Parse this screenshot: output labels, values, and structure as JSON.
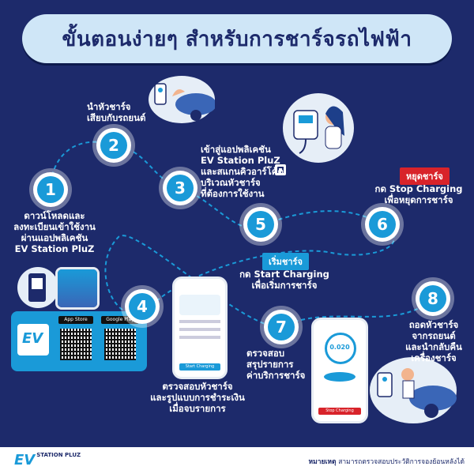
{
  "title": "ขั้นตอนง่ายๆ สำหรับการชาร์จรถไฟฟ้า",
  "colors": {
    "background": "#1d2a6b",
    "accent": "#1a9ad8",
    "red": "#d8232a",
    "title_pill": "#cfe6f7"
  },
  "steps": [
    {
      "num": "1",
      "caption": "ดาวน์โหลดและ\nลงทะเบียนเข้าใช้งาน\nผ่านแอปพลิเคชัน\nEV Station PluZ"
    },
    {
      "num": "2",
      "caption": "นำหัวชาร์จ\nเสียบกับรถยนต์"
    },
    {
      "num": "3",
      "caption": "เข้าสู่แอปพลิเคชัน\nEV Station PluZ\nและสแกนคิวอาร์โค้ด\nบริเวณหัวชาร์จ\nที่ต้องการใช้งาน"
    },
    {
      "num": "4",
      "caption": "ตรวจสอบหัวชาร์จ\nและรูปแบบการชำระเงิน\nเมื่อจบรายการ"
    },
    {
      "num": "5",
      "tag": "เริ่มชาร์จ",
      "caption": "กด Start Charging\nเพื่อเริ่มการชาร์จ"
    },
    {
      "num": "6",
      "tag": "หยุดชาร์จ",
      "caption": "กด Stop Charging\nเพื่อหยุดการชาร์จ"
    },
    {
      "num": "7",
      "caption": "ตรวจสอบ\nสรุปรายการ\nค่าบริการชาร์จ"
    },
    {
      "num": "8",
      "caption": "ถอดหัวชาร์จ\nจากรถยนต์\nและนำกลับคืน\nเครื่องชาร์จ"
    }
  ],
  "store_badges": {
    "app_store": "App Store",
    "google_play": "Google Play"
  },
  "phone_charging": {
    "value": "0.020",
    "button": "Stop Charging"
  },
  "phone_review": {
    "button": "Start Charging"
  },
  "footer": {
    "logo": "EV",
    "logo_sub": "STATION PLUZ",
    "note_label": "หมายเหตุ",
    "note": "สามารถตรวจสอบประวัติการจองย้อนหลังได้"
  }
}
